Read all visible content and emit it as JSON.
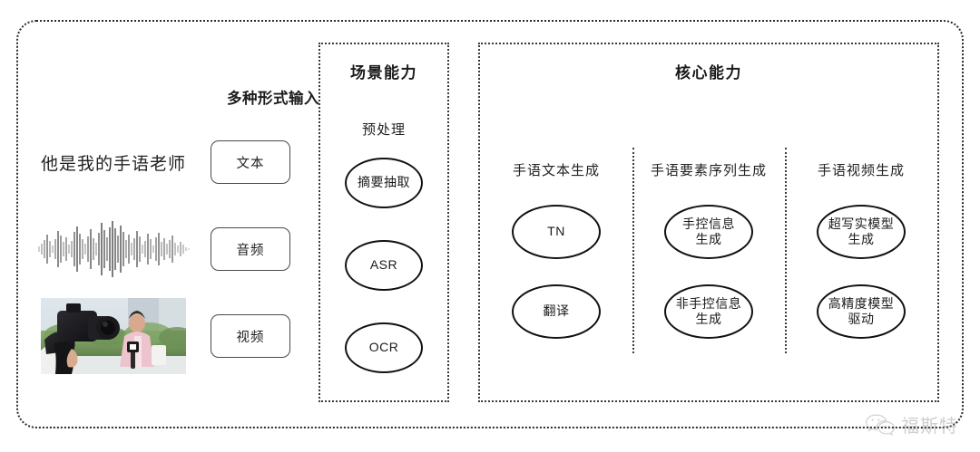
{
  "diagram": {
    "input_section": {
      "heading": "多种形式输入",
      "rows": [
        {
          "sample_type": "text",
          "sample_text": "他是我的手语老师",
          "chip_label": "文本"
        },
        {
          "sample_type": "waveform",
          "sample_text": "",
          "chip_label": "音频"
        },
        {
          "sample_type": "thumbnail",
          "sample_text": "",
          "chip_label": "视频"
        }
      ]
    },
    "scene_panel": {
      "title": "场景能力",
      "subtitle": "预处理",
      "nodes": [
        {
          "label": "摘要抽取",
          "size": "sz-s"
        },
        {
          "label": "ASR",
          "size": "sz-s"
        },
        {
          "label": "OCR",
          "size": "sz-s"
        }
      ]
    },
    "core_panel": {
      "title": "核心能力",
      "columns": [
        {
          "subtitle": "手语文本生成",
          "nodes": [
            {
              "label": "TN",
              "size": "sz-m"
            },
            {
              "label": "翻译",
              "size": "sz-m"
            }
          ]
        },
        {
          "subtitle": "手语要素序列生成",
          "nodes": [
            {
              "label": "手控信息\n生成",
              "size": "sz-m"
            },
            {
              "label": "非手控信息\n生成",
              "size": "sz-m"
            }
          ]
        },
        {
          "subtitle": "手语视频生成",
          "nodes": [
            {
              "label": "超写实模型\n生成",
              "size": "sz-m"
            },
            {
              "label": "高精度模型\n驱动",
              "size": "sz-m"
            }
          ]
        }
      ]
    },
    "watermark": {
      "icon": "wechat-icon",
      "text": "福斯特"
    },
    "colors": {
      "border": "#2b2b2b",
      "panel_border": "#3a3a3a",
      "node_border": "#111111",
      "text": "#1a1a1a",
      "chip_border": "#4a4a4a",
      "watermark": "#8d8d8d",
      "background": "#ffffff"
    }
  }
}
